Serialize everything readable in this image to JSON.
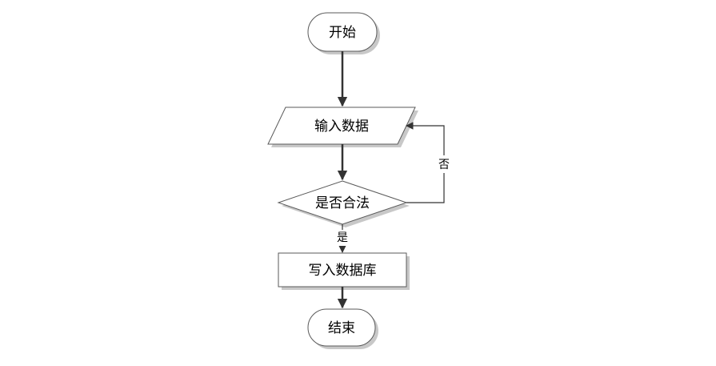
{
  "nodes": {
    "start": "开始",
    "input": "输入数据",
    "decision": "是否合法",
    "write": "写入数据库",
    "end": "结束"
  },
  "edges": {
    "no_label": "否",
    "yes_label": "是"
  }
}
